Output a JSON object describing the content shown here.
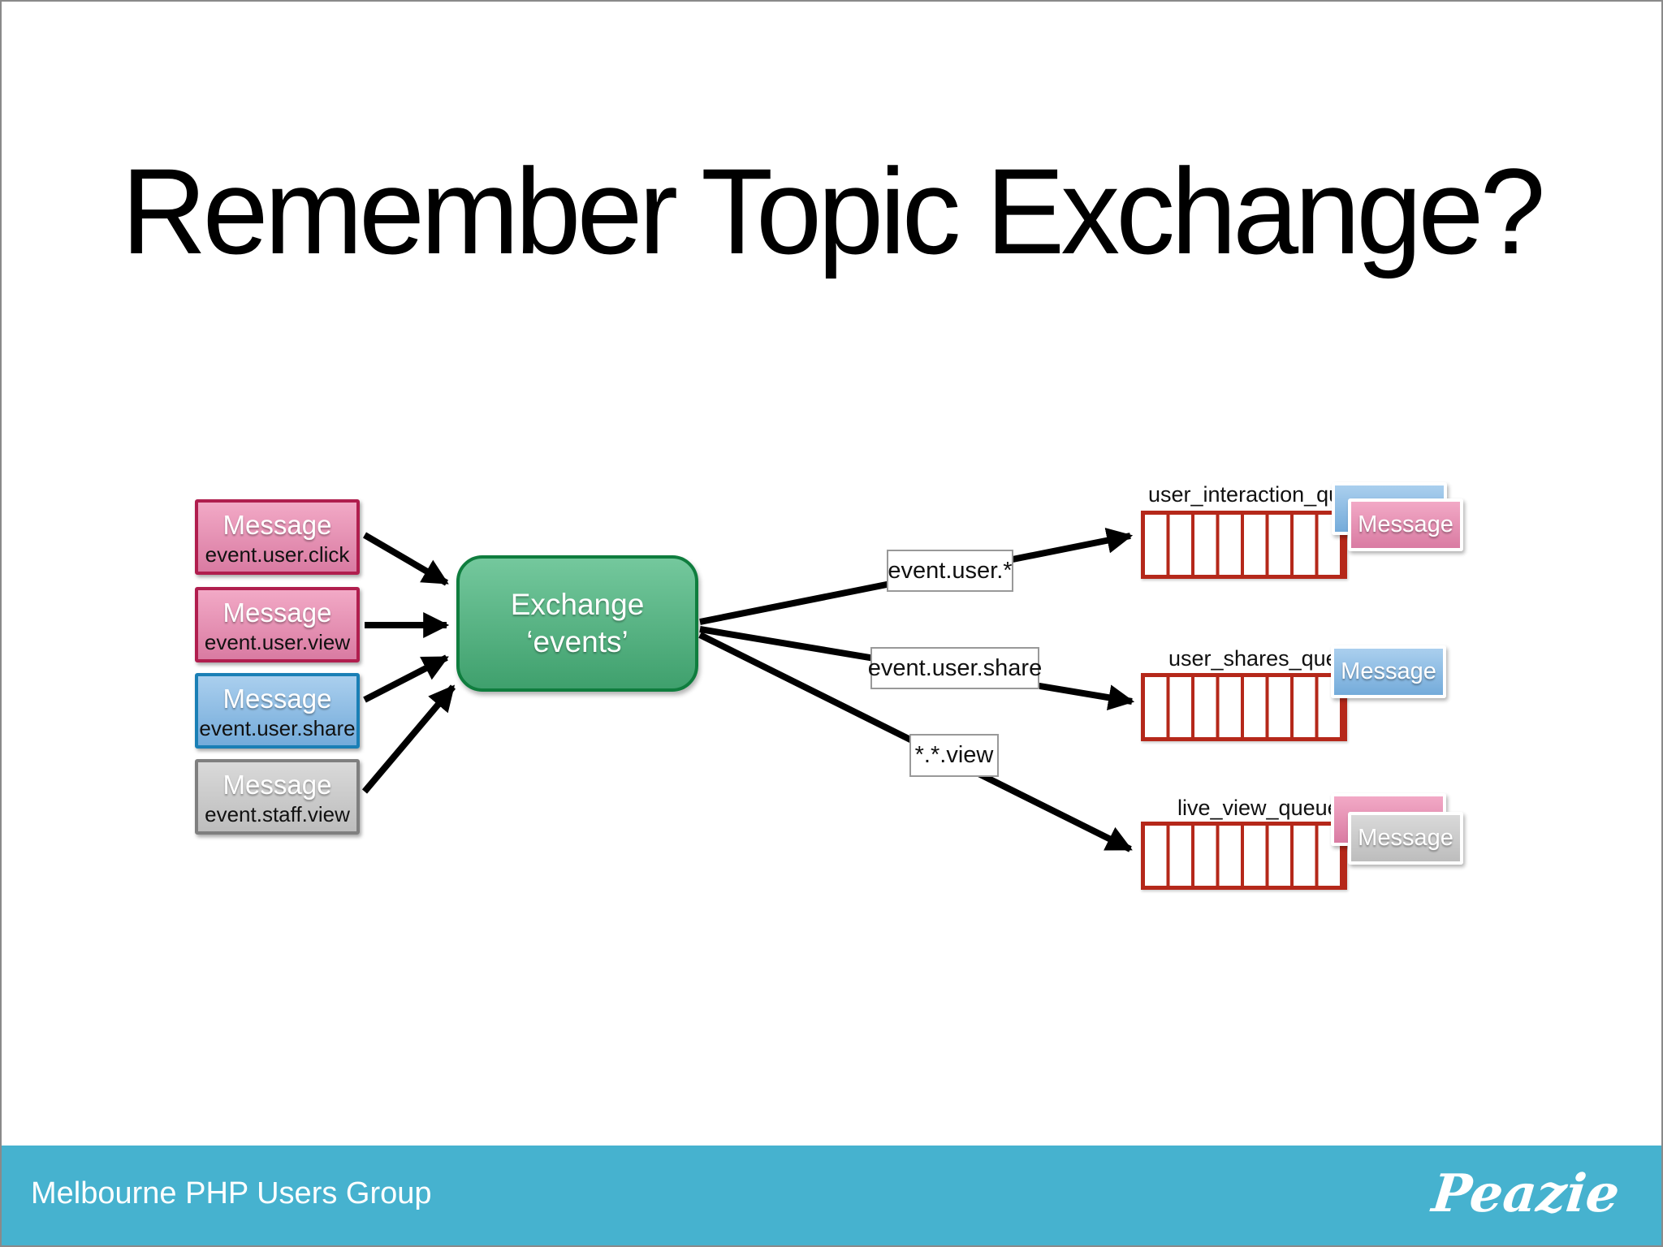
{
  "title": "Remember Topic Exchange?",
  "colors": {
    "pink-border": "#b01e4e",
    "blue-border": "#1a7fb5",
    "gray-border": "#7f7f7f",
    "green-border": "#0f7d3e",
    "queue-red": "#b5281a",
    "teal": "#46b2cf"
  },
  "producers": [
    {
      "label": "Message",
      "routing_key": "event.user.click",
      "color": "pink"
    },
    {
      "label": "Message",
      "routing_key": "event.user.view",
      "color": "pink"
    },
    {
      "label": "Message",
      "routing_key": "event.user.share",
      "color": "blue"
    },
    {
      "label": "Message",
      "routing_key": "event.staff.view",
      "color": "gray"
    }
  ],
  "exchange": {
    "line1": "Exchange",
    "line2": "‘events’"
  },
  "bindings": [
    {
      "pattern": "event.user.*"
    },
    {
      "pattern": "event.user.share"
    },
    {
      "pattern": "*.*.view"
    }
  ],
  "queues": [
    {
      "name": "user_interaction_queue",
      "messages": [
        {
          "color": "blue",
          "label": ""
        },
        {
          "color": "pink",
          "label": "Message"
        }
      ]
    },
    {
      "name": "user_shares_queue",
      "messages": [
        {
          "color": "blue",
          "label": "Message"
        }
      ]
    },
    {
      "name": "live_view_queue",
      "messages": [
        {
          "color": "pink",
          "label": ""
        },
        {
          "color": "gray",
          "label": "Message"
        }
      ]
    }
  ],
  "footer": {
    "left": "Melbourne PHP Users Group",
    "logo": "Peazie"
  }
}
